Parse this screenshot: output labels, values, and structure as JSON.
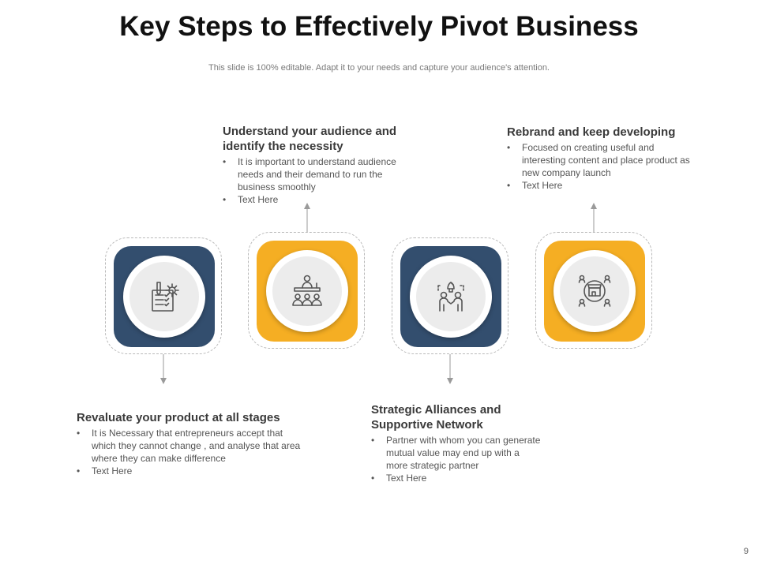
{
  "slide": {
    "title": "Key Steps to Effectively Pivot Business",
    "subtitle": "This slide is 100% editable. Adapt it to your needs and capture your audience's attention.",
    "page_number": "9"
  },
  "colors": {
    "navy": "#334e6e",
    "gold": "#f5ae23",
    "arrow": "#9a9a9a",
    "icon_stroke": "#555555"
  },
  "steps": [
    {
      "color": "navy",
      "icon": "checklist-gear-icon",
      "heading": "Revaluate your product at all stages",
      "bullets": [
        "It is Necessary that entrepreneurs accept that which they cannot change , and analyse that area where they can make difference",
        "Text Here"
      ]
    },
    {
      "color": "gold",
      "icon": "presentation-audience-icon",
      "heading": "Understand your audience and identify the necessity",
      "bullets": [
        "It is important to understand audience needs and their demand to run the business smoothly",
        "Text Here"
      ]
    },
    {
      "color": "navy",
      "icon": "alliance-network-icon",
      "heading": "Strategic Alliances and Supportive Network",
      "bullets": [
        "Partner with whom you can generate mutual value may end up with a more strategic partner",
        "Text Here"
      ]
    },
    {
      "color": "gold",
      "icon": "store-network-icon",
      "heading": "Rebrand and keep developing",
      "bullets": [
        "Focused on creating useful and interesting content and place product as new company launch",
        "Text Here"
      ]
    }
  ]
}
